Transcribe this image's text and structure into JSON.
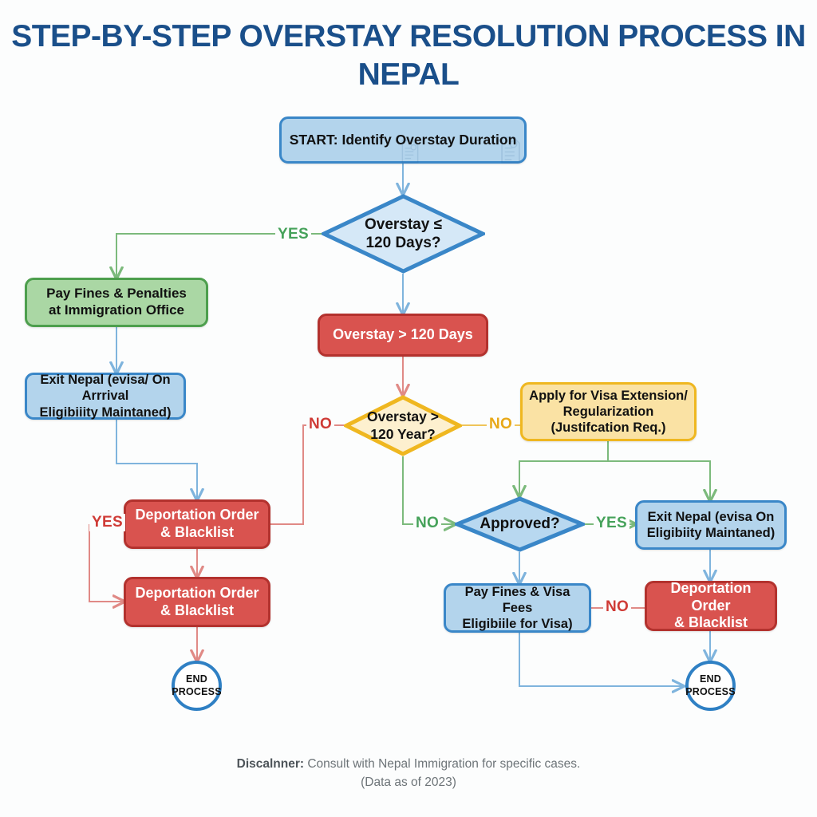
{
  "title": "STEP-BY-STEP OVERSTAY RESOLUTION PROCESS IN NEPAL",
  "colors": {
    "title": "#1a4f8a",
    "blue_fill": "#b3d4ec",
    "blue_stroke": "#3a87c8",
    "green_fill": "#aad7a4",
    "green_stroke": "#4d9f4d",
    "red_fill": "#d9534f",
    "red_stroke": "#b3322e",
    "yellow_fill": "#fae2a4",
    "yellow_stroke": "#efb720",
    "yes_label": "#46a25a",
    "no_label_red": "#cf3b36",
    "no_label_yellow": "#e8a817",
    "background": "#fcfdfd",
    "disclaimer": "#6d7478"
  },
  "nodes": {
    "start": "START: Identify Overstay Duration",
    "decision_120_days": "Overstay ≤\n120 Days?",
    "pay_fines": "Pay Fines & Penalties\nat Immigration Office",
    "exit_nepal_left": "Exit Nepal (evisa/ On Arrrival\nEligibiiity Maintaned)",
    "overstay_gt_120": "Overstay > 120 Days",
    "decision_120_year": "Overstay >\n120 Year?",
    "deportation_left_1": "Deportation Order\n& Blacklist",
    "deportation_left_2": "Deportation Order\n& Blacklist",
    "end_left": "END\nPROCESS",
    "apply_visa_extension": "Apply for Visa Extension/\nRegularization\n(Justifcation Req.)",
    "decision_approved": "Approved?",
    "exit_nepal_right": "Exit Nepal (evisa On\nEligibiity Maintaned)",
    "pay_fines_visa": "Pay Fines & Visa Fees\nEligibiile for Visa)",
    "deportation_right": "Deportation Order\n& Blacklist",
    "end_right": "END\nPROCESS"
  },
  "edge_labels": {
    "yes_top_left": "YES",
    "no_center_left": "NO",
    "no_center_right": "NO",
    "no_center_bottom": "NO",
    "yes_left_mid": "YES",
    "no_approved_left": "NO",
    "yes_approved_right": "YES",
    "no_bottom_right": "NO"
  },
  "disclaimer": {
    "label": "Discalnner:",
    "text": " Consult with Nepal Immigration for specific cases.",
    "line2": "(Data as of 2023)"
  }
}
